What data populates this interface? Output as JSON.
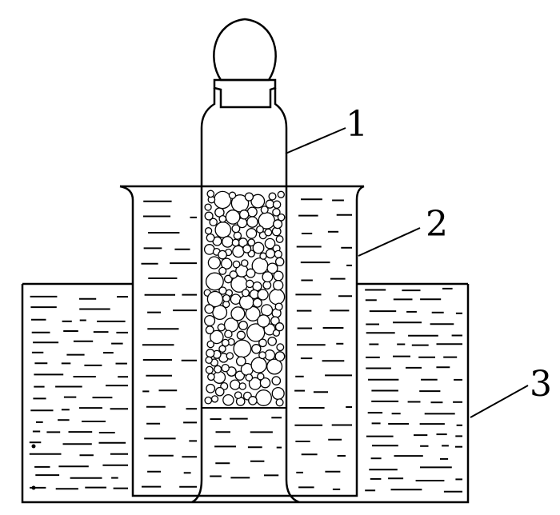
{
  "labels": {
    "one": "1",
    "two": "2",
    "three": "3"
  },
  "colors": {
    "stroke": "#000000",
    "background": "#ffffff"
  },
  "parts": [
    {
      "id": "1",
      "name": "stoppered-tube-with-packing-icon"
    },
    {
      "id": "2",
      "name": "beaker-icon"
    },
    {
      "id": "3",
      "name": "outer-bath-icon"
    }
  ]
}
